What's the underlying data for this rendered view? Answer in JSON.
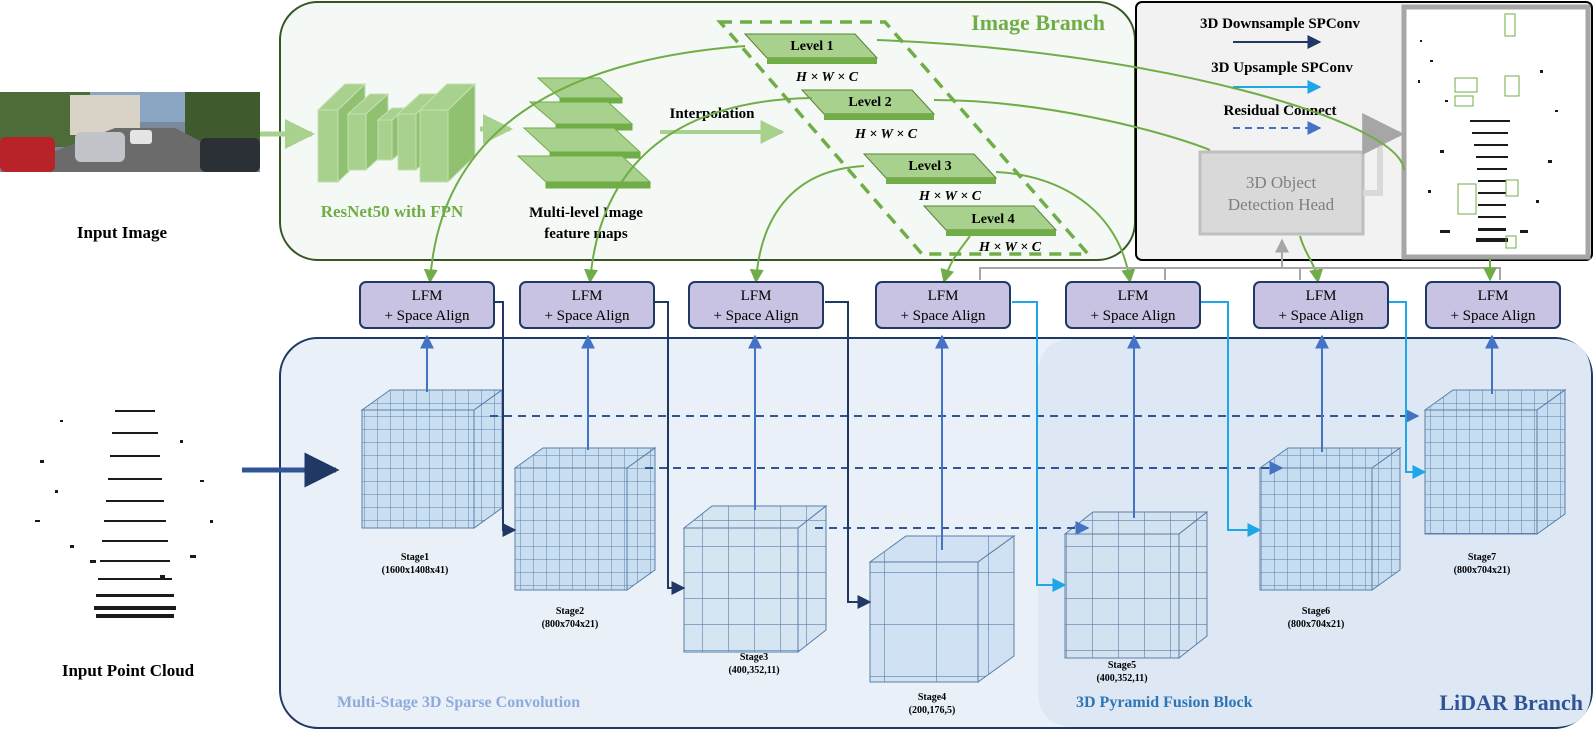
{
  "input_image": {
    "label": "Input Image"
  },
  "input_point_cloud": {
    "label": "Input Point Cloud"
  },
  "image_branch": {
    "title": "Image Branch",
    "backbone_label": "ResNet50 with FPN",
    "feature_maps_label": [
      "Multi-level Image",
      "feature maps"
    ],
    "interpolation_label": "Interpolation",
    "levels": [
      {
        "name": "Level 1",
        "dims": "H × W × C"
      },
      {
        "name": "Level 2",
        "dims": "H × W × C"
      },
      {
        "name": "Level 3",
        "dims": "H × W × C"
      },
      {
        "name": "Level 4",
        "dims": "H × W × C"
      }
    ]
  },
  "legend": {
    "downsample": "3D Downsample SPConv",
    "upsample": "3D Upsample SPConv",
    "residual": "Residual Connect"
  },
  "detection_head": {
    "label": [
      "3D Object",
      "Detection Head"
    ]
  },
  "lfm_blocks": [
    {
      "line1": "LFM",
      "line2": "+ Space Align"
    },
    {
      "line1": "LFM",
      "line2": "+ Space Align"
    },
    {
      "line1": "LFM",
      "line2": "+ Space Align"
    },
    {
      "line1": "LFM",
      "line2": "+ Space Align"
    },
    {
      "line1": "LFM",
      "line2": "+ Space Align"
    },
    {
      "line1": "LFM",
      "line2": "+ Space Align"
    },
    {
      "line1": "LFM",
      "line2": "+ Space Align"
    }
  ],
  "stages": [
    {
      "name": "Stage1",
      "dims": "(1600x1408x41)"
    },
    {
      "name": "Stage2",
      "dims": "(800x704x21)"
    },
    {
      "name": "Stage3",
      "dims": "(400,352,11)"
    },
    {
      "name": "Stage4",
      "dims": "(200,176,5)"
    },
    {
      "name": "Stage5",
      "dims": "(400,352,11)"
    },
    {
      "name": "Stage6",
      "dims": "(800x704x21)"
    },
    {
      "name": "Stage7",
      "dims": "(800x704x21)"
    }
  ],
  "lidar_branch": {
    "title": "LiDAR Branch",
    "sparse_conv_label": "Multi-Stage 3D Sparse Convolution",
    "pyramid_label": "3D Pyramid Fusion Block"
  },
  "colors": {
    "image_branch_green": "#70ad47",
    "lidar_dark_blue": "#203864",
    "upsample_cyan": "#1ea7e6",
    "lfm_fill": "#c9c3e3",
    "cube_fill": "#bdd7ee"
  }
}
